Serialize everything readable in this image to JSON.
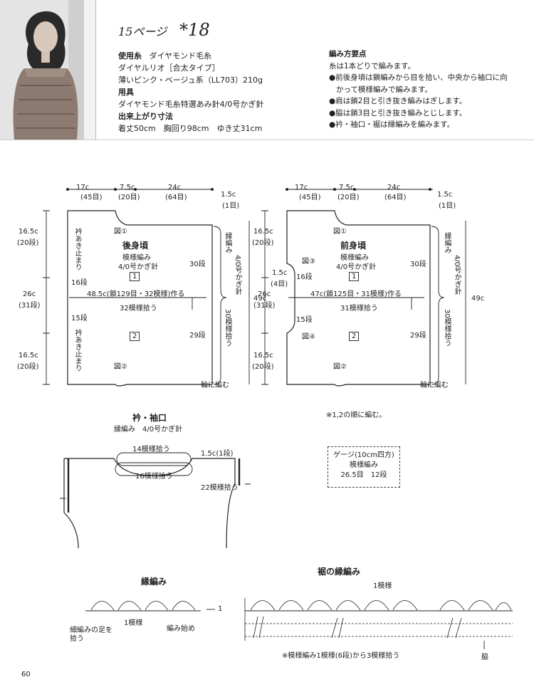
{
  "header": {
    "page_ref": "15ページ",
    "pattern_no": "*18"
  },
  "materials": {
    "yarn_label": "使用糸",
    "yarn_brand": "ダイヤモンド毛糸",
    "yarn_name": "ダイヤルリオ［合太タイプ］",
    "yarn_color": "薄いピンク・ベージュ系（LL703）210g",
    "tools_label": "用具",
    "tools": "ダイヤモンド毛糸特選あみ針4/0号かぎ針",
    "size_label": "出来上がり寸法",
    "size": "着丈50cm　胸回り98cm　ゆき丈31cm"
  },
  "notes": {
    "title": "編み方要点",
    "items": [
      "糸は1本どりで編みます。",
      "●前後身頃は鎖編みから目を拾い、中央から袖口に向",
      "かって模様編みで編みます。",
      "●肩は鎖2目と引き抜き編みはぎします。",
      "●脇は鎖3目と引き抜き編みとじします。",
      "●衿・袖口・裾は縁編みを編みます。"
    ]
  },
  "back": {
    "title": "後身頃",
    "stitch": "模様編み",
    "hook": "4/0号かぎ針",
    "top": {
      "w1": "17c",
      "w1s": "(45目)",
      "w2": "7.5c",
      "w2s": "(20目)",
      "w3": "24c",
      "w3s": "(64目)",
      "w4": "1.5c",
      "w4s": "(1目)"
    },
    "left": {
      "h1": "16.5c",
      "h1s": "(20段)",
      "h2": "26c",
      "h2s": "(31段)",
      "h3": "16.5c",
      "h3s": "(20段)"
    },
    "total": "49c",
    "neck_top": "衿あき止まり",
    "neck_bot": "衿あき止まり",
    "rows16": "16段",
    "rows15": "15段",
    "chain": "48.5c(鎖129目・32模様)作る",
    "pick": "32模様拾う",
    "rows30": "30段",
    "rows29": "29段",
    "edge": "縁編み",
    "hook2": "4/0号かぎ針",
    "pick30": "30模様拾う",
    "ring": "輪に編む",
    "z1": "図①",
    "z2": "図②",
    "n1": "1",
    "n2": "2"
  },
  "front": {
    "title": "前身頃",
    "stitch": "模様編み",
    "hook": "4/0号かぎ針",
    "top": {
      "w1": "17c",
      "w1s": "(45目)",
      "w2": "7.5c",
      "w2s": "(20目)",
      "w3": "24c",
      "w3s": "(64目)",
      "w4": "1.5c",
      "w4s": "(1目)"
    },
    "left": {
      "h1": "16.5c",
      "h1s": "(20段)",
      "h2": "26c",
      "h2s": "(31段)",
      "h3": "16.5c",
      "h3s": "(20段)"
    },
    "side": "1.5c",
    "side_s": "(4目)",
    "total": "49c",
    "rows16": "16段",
    "rows15": "15段",
    "chain": "47c(鎖125目・31模様)作る",
    "pick": "31模様拾う",
    "rows30": "30段",
    "rows29": "29段",
    "edge": "縁編み",
    "hook2": "4/0号かぎ針",
    "pick30": "30模様拾う",
    "ring": "輪に編む",
    "z1": "図①",
    "z2": "図②",
    "z3": "図③",
    "z4": "図④",
    "n1": "1",
    "n2": "2"
  },
  "order_note": "※1,2の順に編む。",
  "collar": {
    "title": "衿・袖口",
    "sub": "縁編み　4/0号かぎ針",
    "pick14": "14模様拾う",
    "pick16": "16模様拾う",
    "pick22": "22模様拾う",
    "w": "1.5c(1段)"
  },
  "gauge": {
    "title": "ゲージ(10cm四方)",
    "stitch": "模様編み",
    "value": "26.5目　12段"
  },
  "edging": {
    "title": "縁編み",
    "pattern": "1模様",
    "start": "編み始め",
    "pickup": "細編みの足を拾う",
    "arrow_no": "1"
  },
  "hem": {
    "title": "裾の縁編み",
    "pattern": "1模様",
    "note": "※模様編み1模様(6段)から3模様拾う",
    "side": "脇"
  },
  "footer": {
    "page": "60"
  }
}
